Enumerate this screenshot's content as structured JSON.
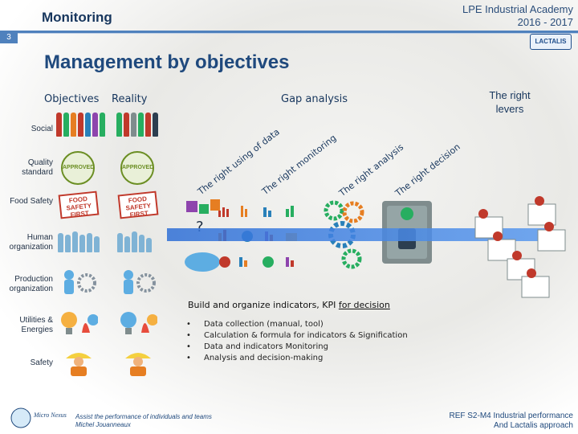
{
  "header": {
    "section": "Monitoring",
    "org": "LPE Industrial Academy",
    "years": "2016 - 2017",
    "slide_number": "3",
    "logo_text": "LACTALIS"
  },
  "title": "Management by objectives",
  "columns": {
    "objectives": "Objectives",
    "reality": "Reality",
    "gap": "Gap analysis",
    "levers_line1": "The right",
    "levers_line2": "levers"
  },
  "rows": [
    "Social",
    "Quality standard",
    "Food Safety",
    "Human organization",
    "Production organization",
    "Utilities & Energies",
    "Safety"
  ],
  "diagonals": [
    "The right using of data",
    "The right monitoring",
    "The right analysis",
    "The right decision"
  ],
  "stamps": {
    "approved": "APPROVED",
    "food_safety": "FOOD SAFETY FIRST"
  },
  "kpi": {
    "title_plain": "Build and organize indicators, KPI ",
    "title_underlined": "for decision",
    "items": [
      "Data collection (manual, tool)",
      "Calculation & formula for indicators & Signification",
      "Data and indicators Monitoring",
      "Analysis and decision-making"
    ]
  },
  "footer": {
    "logo_text": "Micro Nexus",
    "line1": "Assist the performance of individuals and teams",
    "line2": "Michel Jouanneaux",
    "ref_line1": "REF S2-M4 Industrial performance",
    "ref_line2": "And Lactalis approach"
  },
  "colors": {
    "accent": "#4f81bd",
    "title": "#1f497d",
    "arrow": "#2f6fd6",
    "approved_green": "#6b8e23",
    "stamp_red": "#c0392b"
  }
}
